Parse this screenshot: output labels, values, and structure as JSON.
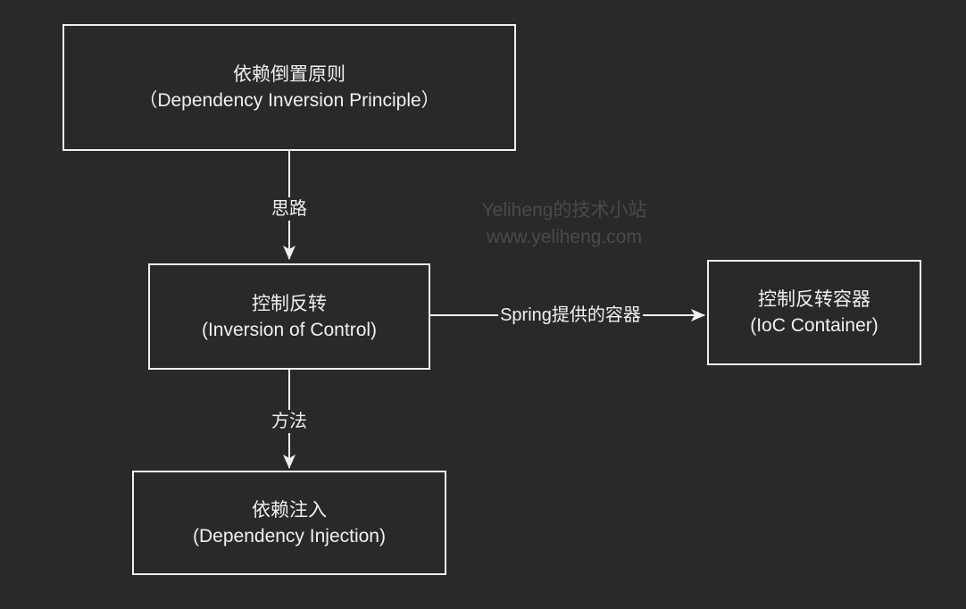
{
  "page": {
    "background": "#292929",
    "stroke_color": "#f0f0f0",
    "text_color": "#f0f0f0",
    "watermark_color": "#4a4a4a"
  },
  "nodes": {
    "dip": {
      "zh": "依赖倒置原则",
      "en": "（Dependency Inversion Principle）"
    },
    "ioc": {
      "zh": "控制反转",
      "en": "(Inversion of Control)"
    },
    "container": {
      "zh": "控制反转容器",
      "en": "(IoC Container)"
    },
    "di": {
      "zh": "依赖注入",
      "en": "(Dependency Injection)"
    }
  },
  "edges": {
    "dip_to_ioc": {
      "label": "思路"
    },
    "ioc_to_di": {
      "label": "方法"
    },
    "ioc_to_container": {
      "label": "Spring提供的容器"
    }
  },
  "watermark": {
    "line1": "Yeliheng的技术小站",
    "line2": "www.yeliheng.com"
  }
}
